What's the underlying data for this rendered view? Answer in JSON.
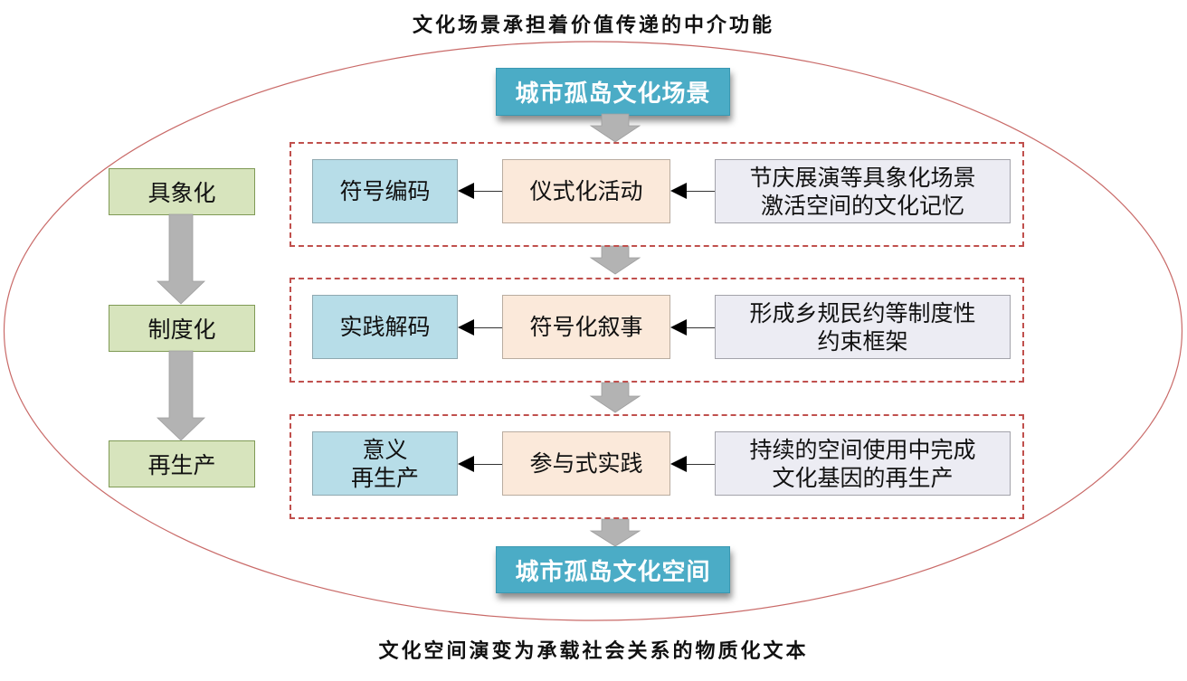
{
  "diagram": {
    "top_caption": "文化场景承担着价值传递的中介功能",
    "bottom_caption": "文化空间演变为承载社会关系的物质化文本",
    "start_node": "城市孤岛文化场景",
    "end_node": "城市孤岛文化空间",
    "stages": [
      {
        "label": "具象化",
        "result": "符号编码",
        "process": "仪式化活动",
        "description": "节庆展演等具象化场景\n激活空间的文化记忆"
      },
      {
        "label": "制度化",
        "result": "实践解码",
        "process": "符号化叙事",
        "description": "形成乡规民约等制度性\n约束框架"
      },
      {
        "label": "再生产",
        "result": "意义\n再生产",
        "process": "参与式实践",
        "description": "持续的空间使用中完成\n文化基因的再生产"
      }
    ],
    "colors": {
      "head_box": "#4BACC6",
      "stage_box": "#D7E4BD",
      "result_box": "#B7DDE8",
      "process_box": "#FBE9DA",
      "description_box": "#ECECF3",
      "dashed_border": "#C0504D",
      "ellipse_stroke": "#C0504D",
      "flow_arrow": "#B3B3B3"
    }
  }
}
